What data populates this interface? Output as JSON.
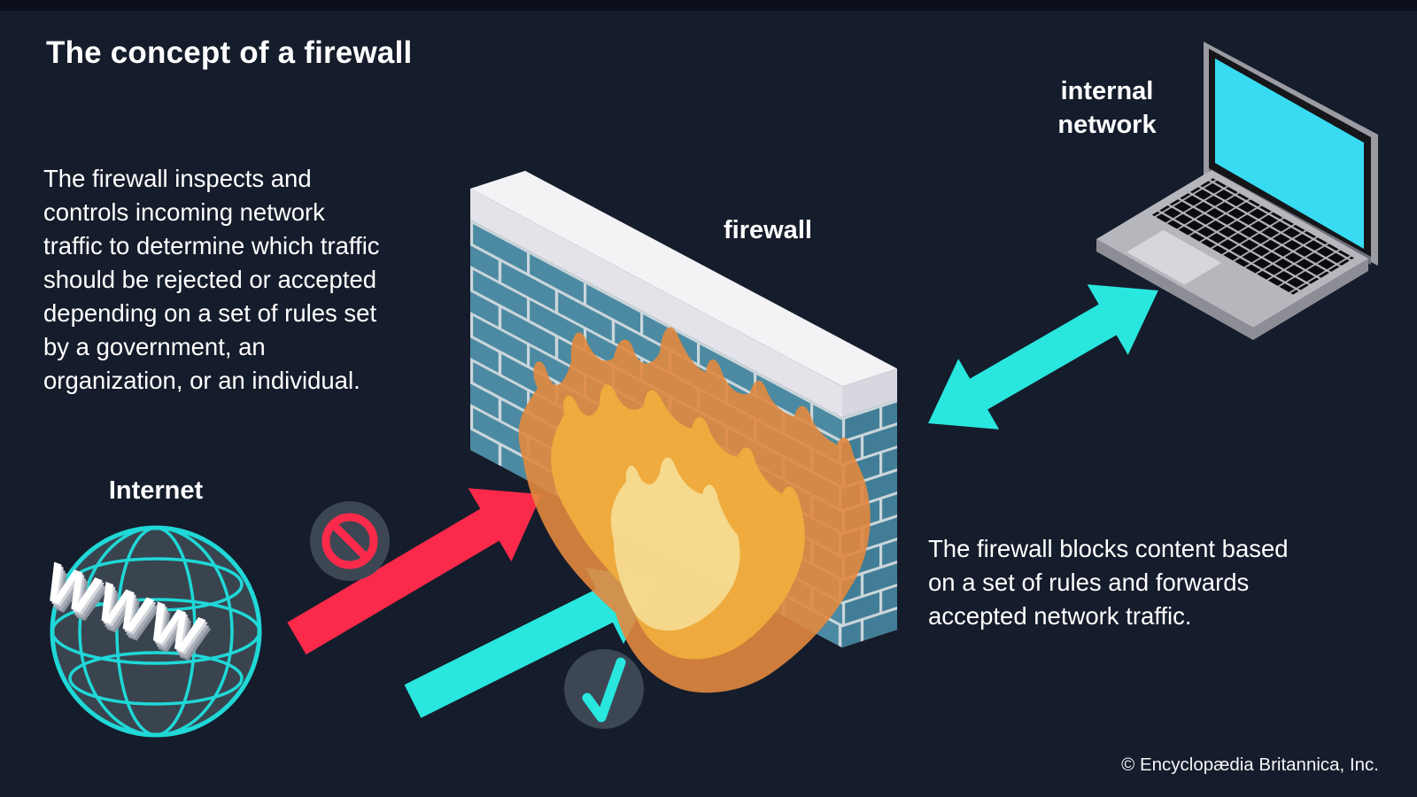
{
  "title": "The concept of a firewall",
  "description_left": "The firewall inspects and\ncontrols incoming network\ntraffic to determine which traffic\nshould be rejected or accepted\ndepending on a set of rules set\nby a government, an\norganization, or an individual.",
  "description_right": "The firewall blocks content based\non a set of rules and forwards\naccepted network traffic.",
  "labels": {
    "internet": "Internet",
    "firewall": "firewall",
    "internal_network": "internal\nnetwork",
    "www": "WWW"
  },
  "copyright": "© Encyclopædia Britannica, Inc.",
  "icons": {
    "blocked_traffic": "no-entry-icon",
    "accepted_traffic": "check-icon",
    "internet": "globe-icon",
    "internal_network": "laptop-icon",
    "firewall": "brick-wall-flame-icon"
  },
  "colors": {
    "background": "#151c2b",
    "accent_red": "#fb2a4a",
    "accent_cyan": "#29e7df",
    "laptop_screen_cyan": "#38dbf2",
    "wall_brick": "#4b8aa2",
    "wall_mortar": "#ccd7dc",
    "wall_cap": "#f3f3f6",
    "flame_orange": "#e2883e",
    "flame_gold": "#f1ae3d",
    "flame_core": "#f5d98e",
    "badge_gray": "#3d4754",
    "globe_wire_cyan": "#1fd8d7"
  }
}
